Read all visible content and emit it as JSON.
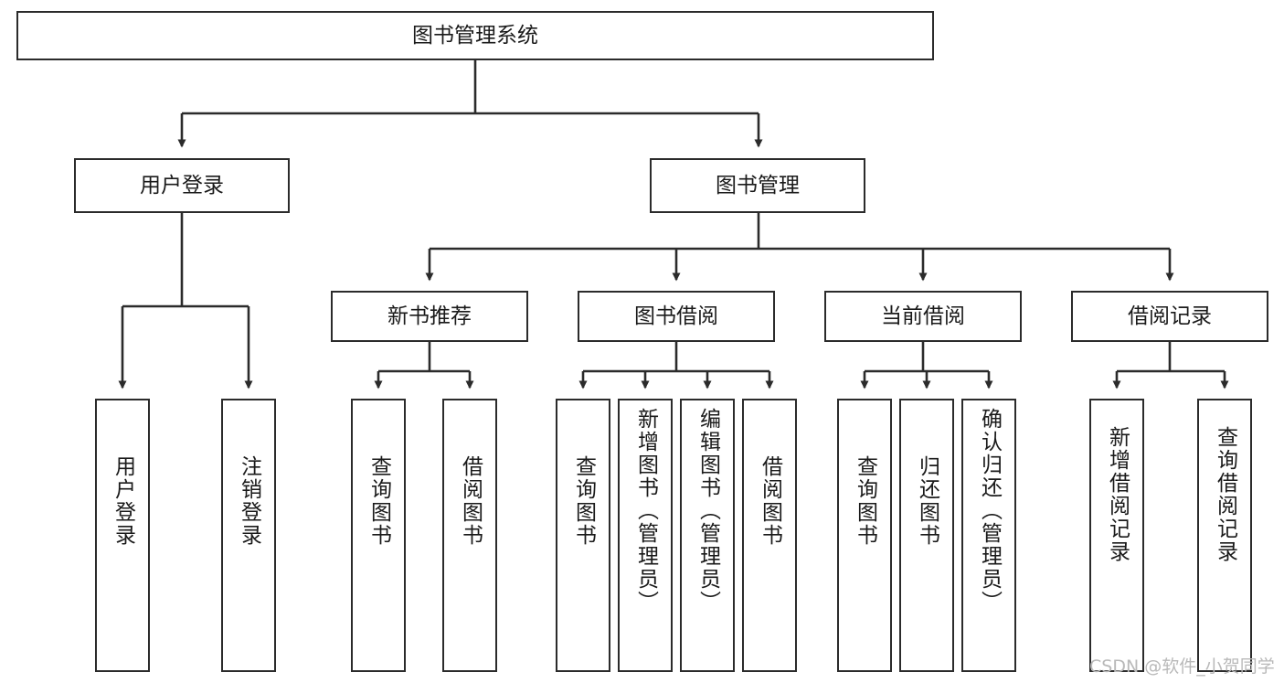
{
  "diagram": {
    "title": "图书管理系统",
    "type": "tree-hierarchy-chart",
    "root": {
      "id": "root",
      "label": "图书管理系统"
    },
    "level2": [
      {
        "id": "user-login",
        "label": "用户登录"
      },
      {
        "id": "book-management",
        "label": "图书管理"
      }
    ],
    "level3": [
      {
        "id": "new-book-recommend",
        "label": "新书推荐",
        "parent": "book-management"
      },
      {
        "id": "book-borrow",
        "label": "图书借阅",
        "parent": "book-management"
      },
      {
        "id": "current-borrow",
        "label": "当前借阅",
        "parent": "book-management"
      },
      {
        "id": "borrow-record",
        "label": "借阅记录",
        "parent": "book-management"
      }
    ],
    "leaves": [
      {
        "id": "leaf-user-login",
        "label": "用户登录",
        "parent": "user-login"
      },
      {
        "id": "leaf-logout-login",
        "label": "注销登录",
        "parent": "user-login"
      },
      {
        "id": "leaf-query-book-1",
        "label": "查询图书",
        "parent": "new-book-recommend"
      },
      {
        "id": "leaf-borrow-book-1",
        "label": "借阅图书",
        "parent": "new-book-recommend"
      },
      {
        "id": "leaf-query-book-2",
        "label": "查询图书",
        "parent": "book-borrow"
      },
      {
        "id": "leaf-add-book",
        "label": "新增图书（管理员）",
        "parent": "book-borrow"
      },
      {
        "id": "leaf-edit-book",
        "label": "编辑图书（管理员）",
        "parent": "book-borrow"
      },
      {
        "id": "leaf-borrow-book-2",
        "label": "借阅图书",
        "parent": "book-borrow"
      },
      {
        "id": "leaf-query-book-3",
        "label": "查询图书",
        "parent": "current-borrow"
      },
      {
        "id": "leaf-return-book",
        "label": "归还图书",
        "parent": "current-borrow"
      },
      {
        "id": "leaf-confirm-return",
        "label": "确认归还（管理员）",
        "parent": "current-borrow"
      },
      {
        "id": "leaf-add-record",
        "label": "新增借阅记录",
        "parent": "borrow-record"
      },
      {
        "id": "leaf-query-record",
        "label": "查询借阅记录",
        "parent": "borrow-record"
      }
    ],
    "watermark": "CSDN @软件_小贺同学",
    "colors": {
      "box_border": "#2b2b2b",
      "box_fill": "#ffffff",
      "connector": "#2b2b2b",
      "text": "#1a1a1a",
      "watermark": "#b9b9b9",
      "background": "#ffffff"
    }
  }
}
